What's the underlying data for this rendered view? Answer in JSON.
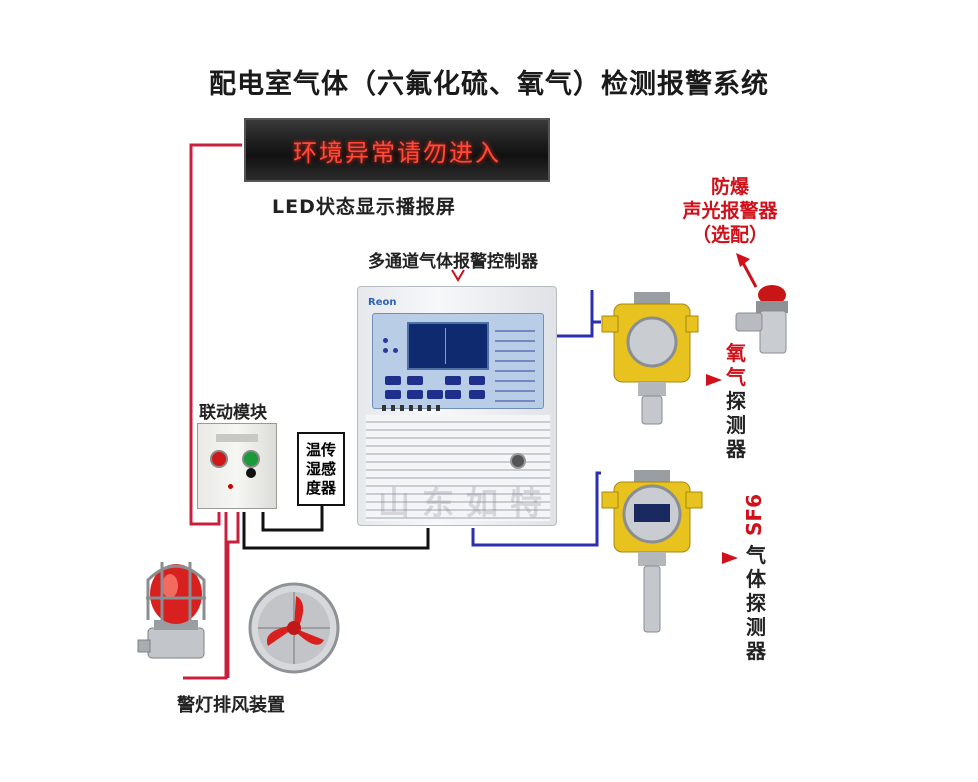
{
  "title": "配电室气体（六氟化硫、氧气）检测报警系统",
  "led_screen": {
    "text": "环境异常请勿进入",
    "caption": "LED状态显示播报屏"
  },
  "controller": {
    "caption": "多通道气体报警控制器",
    "brand": "Reon"
  },
  "linkage_module": {
    "caption": "联动模块"
  },
  "temp_humidity_sensor": {
    "lines": [
      "温传",
      "湿感",
      "度器"
    ]
  },
  "alarm_light_fan": {
    "caption": "警灯排风装置"
  },
  "explosion_proof_alarm": {
    "lines": [
      "防爆",
      "声光报警器",
      "（选配）"
    ]
  },
  "oxygen_detector": {
    "label_red": "氧气",
    "label_black": "探测器"
  },
  "sf6_detector": {
    "label_red": "SF6",
    "label_black": "气体探测器"
  },
  "watermark": "山东如特",
  "colors": {
    "wire_red": "#c8203c",
    "wire_blue": "#2b2fb0",
    "wire_black": "#111111",
    "accent_red": "#d0101a"
  }
}
